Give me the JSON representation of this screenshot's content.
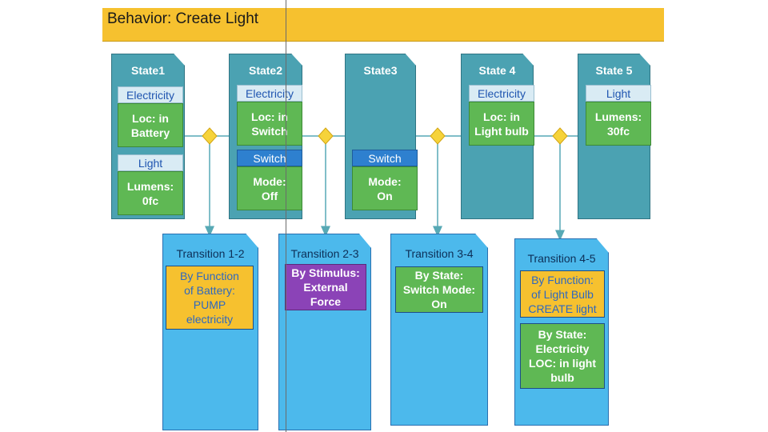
{
  "header": {
    "title": "Behavior: Create Light"
  },
  "colors": {
    "title_bar": "#f6c12f",
    "state": "#4ba2b2",
    "transition": "#4cb9ec",
    "attr_value": "#5fb854",
    "stimulus": "#8b43b7",
    "diamond": "#f6d33a"
  },
  "states": [
    {
      "title": "State1",
      "attributes": [
        {
          "label": "Electricity",
          "value": "Loc: in\nBattery"
        },
        {
          "label": "Light",
          "value": "Lumens:\n0fc"
        }
      ]
    },
    {
      "title": "State2",
      "attributes": [
        {
          "label": "Electricity",
          "value": "Loc: in\nSwitch"
        },
        {
          "label": "Switch",
          "value": "Mode:\nOff"
        }
      ]
    },
    {
      "title": "State3",
      "attributes": [
        {
          "label": "Switch",
          "value": "Mode:\nOn"
        }
      ]
    },
    {
      "title": "State 4",
      "attributes": [
        {
          "label": "Electricity",
          "value": "Loc: in\nLight bulb"
        }
      ]
    },
    {
      "title": "State 5",
      "attributes": [
        {
          "label": "Light",
          "value": "Lumens:\n30fc"
        }
      ]
    }
  ],
  "transitions": [
    {
      "title": "Transition 1-2",
      "conditions": [
        {
          "kind": "function",
          "text": "By Function\nof Battery:\nPUMP\nelectricity"
        }
      ]
    },
    {
      "title": "Transition 2-3",
      "conditions": [
        {
          "kind": "stimulus",
          "text": "By Stimulus:\nExternal\nForce"
        }
      ]
    },
    {
      "title": "Transition 3-4",
      "conditions": [
        {
          "kind": "state",
          "text": "By State:\nSwitch Mode:\nOn"
        }
      ]
    },
    {
      "title": "Transition 4-5",
      "conditions": [
        {
          "kind": "function",
          "text": "By Function:\nof Light Bulb\nCREATE light"
        },
        {
          "kind": "state",
          "text": "By State:\nElectricity\nLOC: in light\nbulb"
        }
      ]
    }
  ]
}
